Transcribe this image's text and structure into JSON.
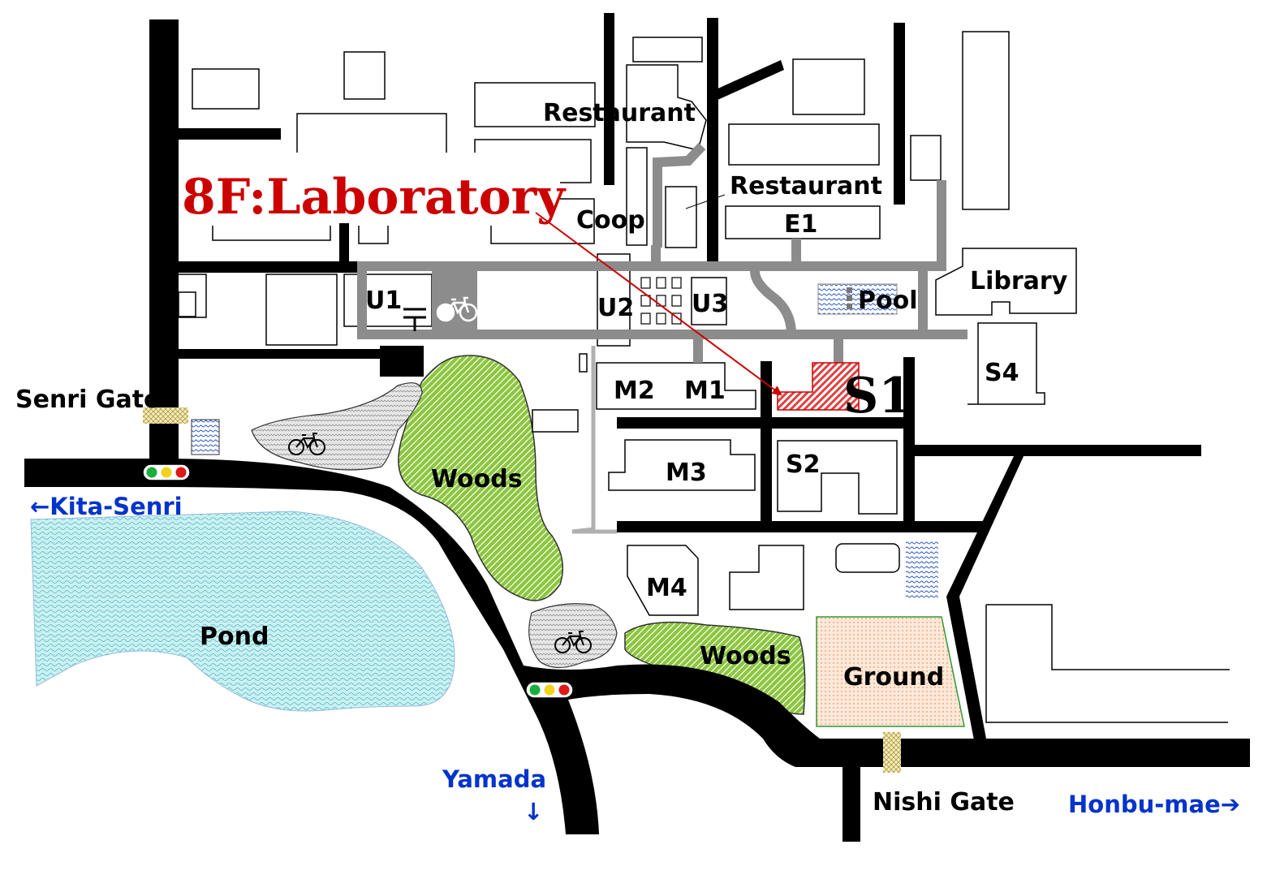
{
  "map": {
    "lab_label": "8F:Laboratory",
    "buildings": {
      "s1": "S1",
      "s2": "S2",
      "s4": "S4",
      "m1": "M1",
      "m2": "M2",
      "m3": "M3",
      "m4": "M4",
      "u1": "U1",
      "u2": "U2",
      "u3": "U3",
      "e1": "E1"
    },
    "facilities": {
      "restaurant_1": "Restaurant",
      "restaurant_2": "Restaurant",
      "coop": "Coop",
      "library": "Library",
      "pool": "Pool",
      "ground": "Ground"
    },
    "nature": {
      "pond": "Pond",
      "woods_1": "Woods",
      "woods_2": "Woods"
    },
    "gates": {
      "senri": "Senri Gate",
      "nishi": "Nishi Gate"
    },
    "directions": {
      "kita_senri": "←Kita-Senri",
      "yamada": "Yamada",
      "yamada_arrow": "↓",
      "honbu_mae": "Honbu-mae➔"
    },
    "colors": {
      "road": "#000000",
      "path": "#8c8c8c",
      "woods": "#8cc63f",
      "pond": "#c9f1f1",
      "ground": "#fde9d9",
      "lab": "#e04040",
      "highlight": "#cc0000",
      "direction": "#0033cc"
    },
    "icons": [
      "bicycle-icon",
      "post-office-icon",
      "traffic-light-icon",
      "pedestrian-crossing-icon"
    ]
  }
}
